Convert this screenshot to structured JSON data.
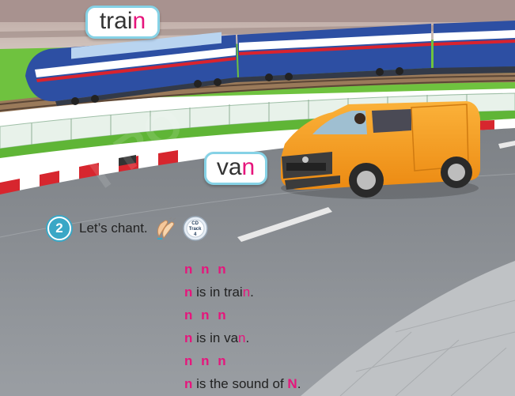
{
  "words": {
    "train": {
      "pre": "trai",
      "hl": "n",
      "post": ""
    },
    "van": {
      "pre": "va",
      "hl": "n",
      "post": ""
    }
  },
  "chant": {
    "number": "2",
    "title": "Let’s chant.",
    "cd": {
      "label": "CD",
      "track_label": "Track",
      "track_number": "4"
    }
  },
  "lines": {
    "l1": "n n n",
    "l2": {
      "a": "n",
      "b": " is in trai",
      "c": "n",
      "d": "."
    },
    "l3": "n n n",
    "l4": {
      "a": "n",
      "b": " is in va",
      "c": "n",
      "d": "."
    },
    "l5": "n n n",
    "l6": {
      "a": "n",
      "b": " is the sound of ",
      "c": "N",
      "d": "."
    }
  },
  "colors": {
    "accent": "#e6157c",
    "badge": "#3aa7c6",
    "card_border": "#86d2e6",
    "van": "#f39a1f",
    "train": "#1f3f8f"
  }
}
